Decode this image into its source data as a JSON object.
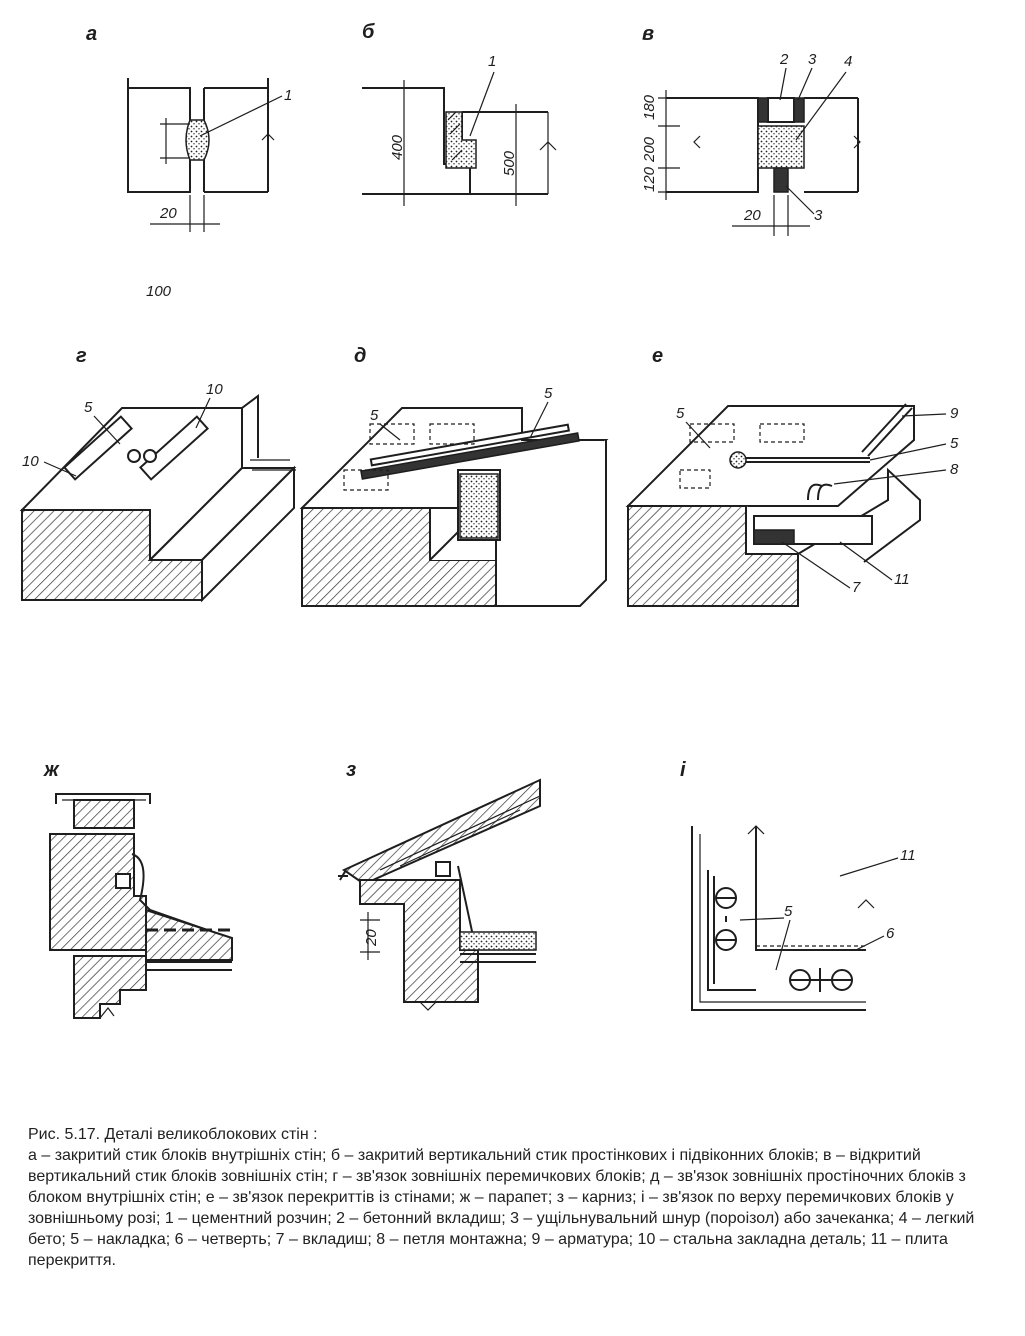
{
  "labels": {
    "a": "а",
    "b": "б",
    "v": "в",
    "g": "г",
    "d": "д",
    "e": "е",
    "zh": "ж",
    "z": "з",
    "i": "і"
  },
  "dims": {
    "a_gap": "20",
    "b_left": "400",
    "b_right": "500",
    "v_top": "180",
    "v_mid": "200",
    "v_bottom": "120",
    "v_gap": "20",
    "stray": "100",
    "z_dim": "20"
  },
  "callouts": {
    "a_1": "1",
    "b_1": "1",
    "v_2": "2",
    "v_3_top": "3",
    "v_4": "4",
    "v_3_bottom": "3",
    "g_5": "5",
    "g_10_left": "10",
    "g_10_right": "10",
    "d_5_left": "5",
    "d_5_right": "5",
    "e_5_left": "5",
    "e_9": "9",
    "e_5_right": "5",
    "e_8": "8",
    "e_7": "7",
    "e_11": "11",
    "i_11": "11",
    "i_5": "5",
    "i_6": "6"
  },
  "caption": {
    "title": "Рис. 5.17. Деталі великоблокових стін :",
    "body": "а – закритий стик блоків внутрішніх стін; б – закритий вертикальний стик простінкових і підвіконних блоків; в – відкритий вертикальний стик блоків зовнішніх стін; г – зв'язок зовнішніх перемичкових блоків; д – зв'язок зовнішніх простіночних блоків з блоком внутрішніх стін; е – зв'язок перекриттів із стінами; ж – парапет; з – карниз; і – зв'язок по верху перемичкових блоків у зовнішньому розі; 1 – цементний розчин; 2 – бетонний вкладиш; 3 – ущільнувальний шнур (пороізол) або зачеканка; 4 – легкий бето; 5 – накладка; 6 – четверть; 7 – вкладиш; 8 – петля монтажна; 9 – арматура; 10 – стальна закладна деталь; 11 – плита перекриття."
  }
}
